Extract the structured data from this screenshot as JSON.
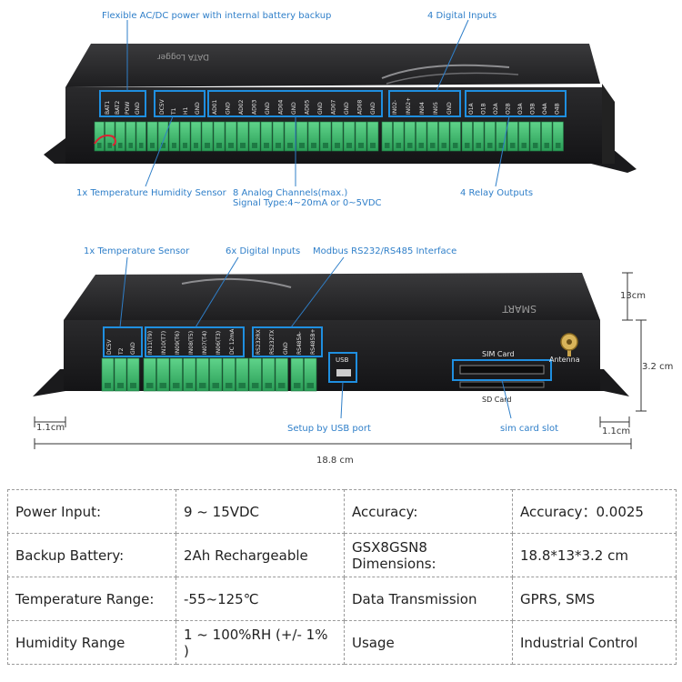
{
  "callouts": {
    "power": "Flexible AC/DC power with internal battery backup",
    "digital_inputs_4": "4 Digital Inputs",
    "temp_humidity": "1x Temperature Humidity Sensor",
    "analog_line1": "8 Analog Channels(max.)",
    "analog_line2": "Signal Type:4~20mA or 0~5VDC",
    "relay": "4 Relay Outputs",
    "temp_sensor": "1x Temperature Sensor",
    "digital_inputs_6": "6x Digital Inputs",
    "modbus": "Modbus RS232/RS485 Interface",
    "usb": "Setup by USB port",
    "sim_slot": "sim card slot"
  },
  "device_labels": {
    "top_power": [
      "BAT1",
      "BAT2",
      "POW",
      "GND"
    ],
    "top_sensor": [
      "DC5V",
      "T1",
      "H1",
      "GND"
    ],
    "top_analog": [
      "AD01",
      "GND",
      "AD02",
      "AD03",
      "GND",
      "AD04",
      "GND",
      "AD05",
      "GND",
      "AD07",
      "GND",
      "AD08",
      "GND"
    ],
    "top_din": [
      "IN02-",
      "IN02+",
      "IN04",
      "IN05",
      "GND"
    ],
    "top_relay": [
      "O1A",
      "O1B",
      "O2A",
      "O2B",
      "O3A",
      "O3B",
      "O4A",
      "O4B"
    ],
    "bottom_temp": [
      "DC5V",
      "T2",
      "GND"
    ],
    "bottom_din": [
      "IN11(T9)",
      "IN10(T7)",
      "IN09(T6)",
      "IN08(T5)",
      "IN07(T4)",
      "IN06(T3)",
      "DC 12mA"
    ],
    "bottom_modbus": [
      "RS232RX",
      "RS232TX",
      "GND",
      "RS485A-",
      "RS485B+"
    ],
    "usb": "USB",
    "sim_card": "SIM Card",
    "sd_card": "SD Card",
    "antenna": "Antenna",
    "brand": "SMART",
    "brand_sub": "DATA Logger"
  },
  "dimensions": {
    "height": "13cm",
    "depth": "3.2 cm",
    "flange_left": "1.1cm",
    "flange_right": "1.1cm",
    "length": "18.8 cm"
  },
  "specs": [
    [
      "Power Input:",
      "9 ~ 15VDC",
      "Accuracy:",
      "Accuracy：0.0025"
    ],
    [
      "Backup Battery:",
      "2Ah Rechargeable",
      "GSX8GSN8 Dimensions:",
      "18.8*13*3.2 cm"
    ],
    [
      "Temperature Range:",
      "-55~125℃",
      "Data Transmission",
      "GPRS, SMS"
    ],
    [
      "Humidity Range",
      "1 ~ 100%RH (+/- 1% )",
      "Usage",
      "Industrial Control"
    ]
  ],
  "colors": {
    "callout": "#2f7fc9",
    "highlight": "#1f8fe0",
    "terminal": "#39b86a",
    "chassis": "#2b2b2d"
  }
}
